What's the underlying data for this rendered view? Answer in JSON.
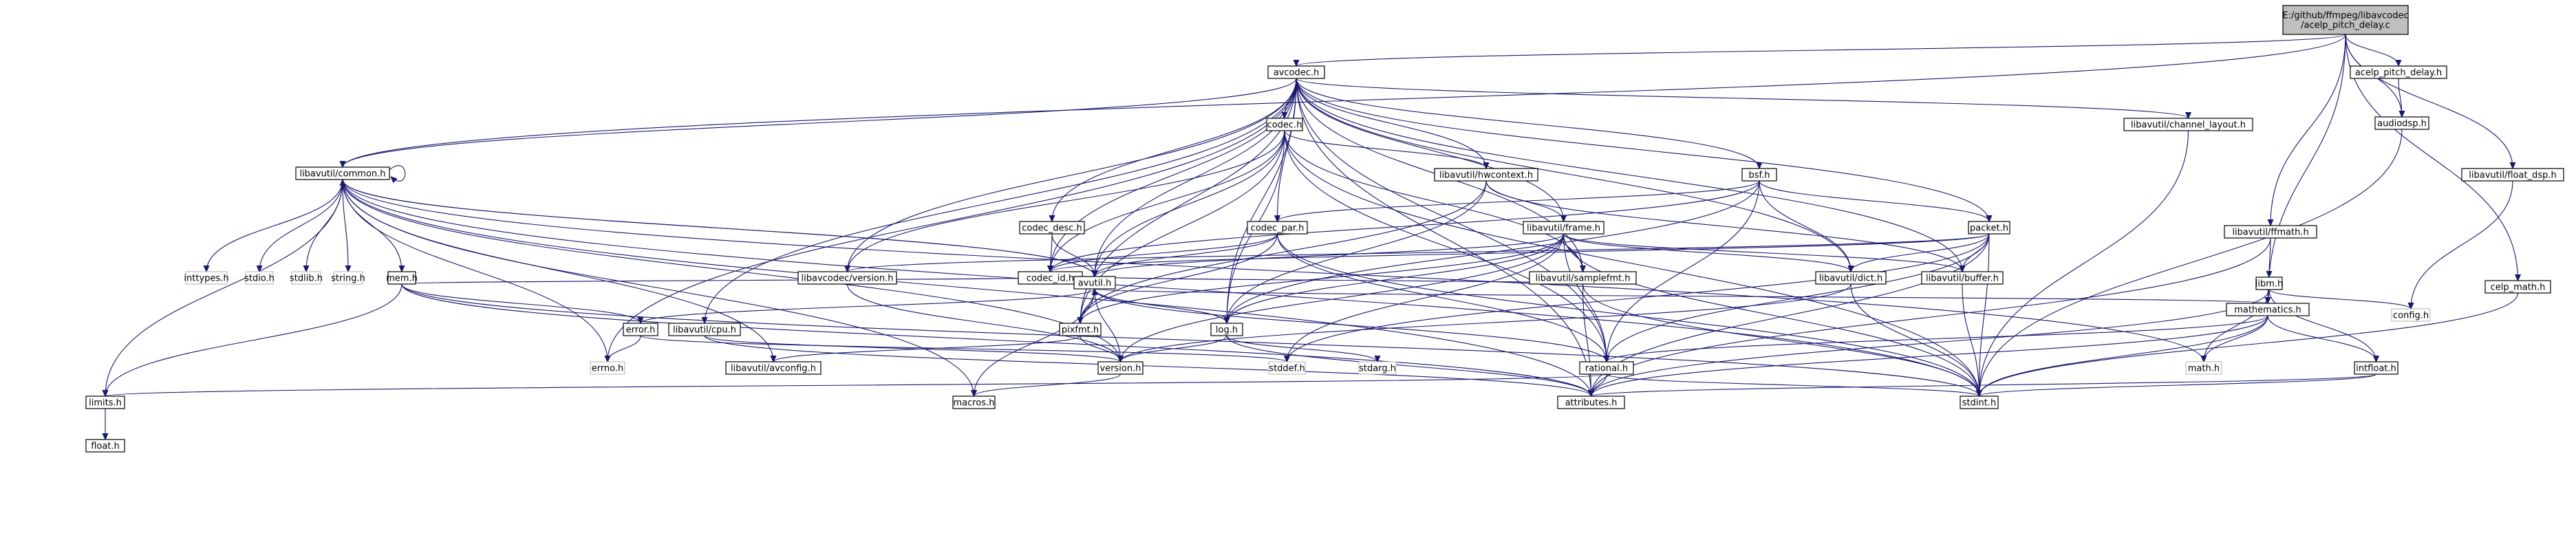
{
  "diagram": {
    "title_lines": [
      "E:/github/ffmpeg/libavcodec",
      "/acelp_pitch_delay.c"
    ],
    "colors": {
      "edge": "#191970",
      "root_fill": "#bfbfbf",
      "plain_border": "#bfbfbf",
      "node_border": "#000000"
    },
    "nodes": [
      {
        "id": "root",
        "label": "E:/github/ffmpeg/libavcodec\n/acelp_pitch_delay.c",
        "kind": "root"
      },
      {
        "id": "avcodec",
        "label": "avcodec.h",
        "kind": "file"
      },
      {
        "id": "acelp_pitch_delay",
        "label": "acelp_pitch_delay.h",
        "kind": "file"
      },
      {
        "id": "audiodsp",
        "label": "audiodsp.h",
        "kind": "file"
      },
      {
        "id": "float_dsp",
        "label": "libavutil/float_dsp.h",
        "kind": "file"
      },
      {
        "id": "ffmath",
        "label": "libavutil/ffmath.h",
        "kind": "file"
      },
      {
        "id": "celp_math",
        "label": "celp_math.h",
        "kind": "file"
      },
      {
        "id": "codec",
        "label": "codec.h",
        "kind": "file"
      },
      {
        "id": "channel_layout",
        "label": "libavutil/channel_layout.h",
        "kind": "file"
      },
      {
        "id": "common",
        "label": "libavutil/common.h",
        "kind": "file"
      },
      {
        "id": "hwcontext",
        "label": "libavutil/hwcontext.h",
        "kind": "file"
      },
      {
        "id": "bsf",
        "label": "bsf.h",
        "kind": "file"
      },
      {
        "id": "codec_desc",
        "label": "codec_desc.h",
        "kind": "file"
      },
      {
        "id": "codec_par",
        "label": "codec_par.h",
        "kind": "file"
      },
      {
        "id": "frame",
        "label": "libavutil/frame.h",
        "kind": "file"
      },
      {
        "id": "packet",
        "label": "packet.h",
        "kind": "file"
      },
      {
        "id": "version_lc",
        "label": "libavcodec/version.h",
        "kind": "file"
      },
      {
        "id": "codec_id",
        "label": "codec_id.h",
        "kind": "file"
      },
      {
        "id": "samplefmt",
        "label": "libavutil/samplefmt.h",
        "kind": "file"
      },
      {
        "id": "dict",
        "label": "libavutil/dict.h",
        "kind": "file"
      },
      {
        "id": "buffer",
        "label": "libavutil/buffer.h",
        "kind": "file"
      },
      {
        "id": "libm",
        "label": "libm.h",
        "kind": "file"
      },
      {
        "id": "mathematics",
        "label": "mathematics.h",
        "kind": "file"
      },
      {
        "id": "config",
        "label": "config.h",
        "kind": "plain"
      },
      {
        "id": "inttypes",
        "label": "inttypes.h",
        "kind": "plain"
      },
      {
        "id": "stdio",
        "label": "stdio.h",
        "kind": "plain"
      },
      {
        "id": "stdlib",
        "label": "stdlib.h",
        "kind": "plain"
      },
      {
        "id": "string",
        "label": "string.h",
        "kind": "plain"
      },
      {
        "id": "mem",
        "label": "mem.h",
        "kind": "file"
      },
      {
        "id": "avutil",
        "label": "avutil.h",
        "kind": "file"
      },
      {
        "id": "error",
        "label": "error.h",
        "kind": "file"
      },
      {
        "id": "cpu",
        "label": "libavutil/cpu.h",
        "kind": "file"
      },
      {
        "id": "pixfmt",
        "label": "pixfmt.h",
        "kind": "file"
      },
      {
        "id": "log",
        "label": "log.h",
        "kind": "file"
      },
      {
        "id": "errno",
        "label": "errno.h",
        "kind": "plain"
      },
      {
        "id": "avconfig",
        "label": "libavutil/avconfig.h",
        "kind": "file"
      },
      {
        "id": "version",
        "label": "version.h",
        "kind": "file"
      },
      {
        "id": "stddef",
        "label": "stddef.h",
        "kind": "plain"
      },
      {
        "id": "stdarg",
        "label": "stdarg.h",
        "kind": "plain"
      },
      {
        "id": "math",
        "label": "math.h",
        "kind": "plain"
      },
      {
        "id": "rational",
        "label": "rational.h",
        "kind": "file"
      },
      {
        "id": "intfloat",
        "label": "intfloat.h",
        "kind": "file"
      },
      {
        "id": "limits",
        "label": "limits.h",
        "kind": "file"
      },
      {
        "id": "macros",
        "label": "macros.h",
        "kind": "file"
      },
      {
        "id": "attributes",
        "label": "attributes.h",
        "kind": "file"
      },
      {
        "id": "stdint",
        "label": "stdint.h",
        "kind": "file"
      },
      {
        "id": "float",
        "label": "float.h",
        "kind": "file"
      }
    ],
    "edges": [
      [
        "root",
        "avcodec"
      ],
      [
        "root",
        "acelp_pitch_delay"
      ],
      [
        "root",
        "audiodsp"
      ],
      [
        "root",
        "float_dsp"
      ],
      [
        "root",
        "ffmath"
      ],
      [
        "root",
        "mathematics"
      ],
      [
        "root",
        "celp_math"
      ],
      [
        "root",
        "common"
      ],
      [
        "acelp_pitch_delay",
        "audiodsp"
      ],
      [
        "audiodsp",
        "stdint"
      ],
      [
        "float_dsp",
        "config"
      ],
      [
        "celp_math",
        "stdint"
      ],
      [
        "ffmath",
        "libm"
      ],
      [
        "ffmath",
        "attributes"
      ],
      [
        "libm",
        "config"
      ],
      [
        "libm",
        "math"
      ],
      [
        "libm",
        "mathematics"
      ],
      [
        "libm",
        "attributes"
      ],
      [
        "libm",
        "intfloat"
      ],
      [
        "avcodec",
        "codec"
      ],
      [
        "avcodec",
        "channel_layout"
      ],
      [
        "avcodec",
        "common"
      ],
      [
        "avcodec",
        "hwcontext"
      ],
      [
        "avcodec",
        "bsf"
      ],
      [
        "avcodec",
        "codec_desc"
      ],
      [
        "avcodec",
        "codec_par"
      ],
      [
        "avcodec",
        "frame"
      ],
      [
        "avcodec",
        "packet"
      ],
      [
        "avcodec",
        "version_lc"
      ],
      [
        "avcodec",
        "codec_id"
      ],
      [
        "avcodec",
        "samplefmt"
      ],
      [
        "avcodec",
        "dict"
      ],
      [
        "avcodec",
        "buffer"
      ],
      [
        "avcodec",
        "rational"
      ],
      [
        "avcodec",
        "log"
      ],
      [
        "avcodec",
        "pixfmt"
      ],
      [
        "avcodec",
        "avutil"
      ],
      [
        "avcodec",
        "errno"
      ],
      [
        "avcodec",
        "attributes"
      ],
      [
        "avcodec",
        "cpu"
      ],
      [
        "channel_layout",
        "stdint"
      ],
      [
        "codec",
        "hwcontext"
      ],
      [
        "codec",
        "codec_id"
      ],
      [
        "codec",
        "version_lc"
      ],
      [
        "codec",
        "avutil"
      ],
      [
        "codec",
        "log"
      ],
      [
        "codec",
        "pixfmt"
      ],
      [
        "codec",
        "rational"
      ],
      [
        "codec",
        "samplefmt"
      ],
      [
        "codec",
        "stdint"
      ],
      [
        "hwcontext",
        "frame"
      ],
      [
        "hwcontext",
        "pixfmt"
      ],
      [
        "hwcontext",
        "buffer"
      ],
      [
        "hwcontext",
        "log"
      ],
      [
        "bsf",
        "codec_id"
      ],
      [
        "bsf",
        "codec_par"
      ],
      [
        "bsf",
        "packet"
      ],
      [
        "bsf",
        "dict"
      ],
      [
        "bsf",
        "log"
      ],
      [
        "bsf",
        "rational"
      ],
      [
        "codec_desc",
        "codec_id"
      ],
      [
        "codec_desc",
        "avutil"
      ],
      [
        "codec_par",
        "codec_id"
      ],
      [
        "codec_par",
        "avutil"
      ],
      [
        "codec_par",
        "pixfmt"
      ],
      [
        "codec_par",
        "rational"
      ],
      [
        "codec_par",
        "stdint"
      ],
      [
        "frame",
        "avutil"
      ],
      [
        "frame",
        "buffer"
      ],
      [
        "frame",
        "dict"
      ],
      [
        "frame",
        "rational"
      ],
      [
        "frame",
        "samplefmt"
      ],
      [
        "frame",
        "pixfmt"
      ],
      [
        "frame",
        "version"
      ],
      [
        "frame",
        "stddef"
      ],
      [
        "frame",
        "stdint"
      ],
      [
        "frame",
        "log"
      ],
      [
        "packet",
        "codec_id"
      ],
      [
        "packet",
        "version_lc"
      ],
      [
        "packet",
        "buffer"
      ],
      [
        "packet",
        "dict"
      ],
      [
        "packet",
        "rational"
      ],
      [
        "packet",
        "attributes"
      ],
      [
        "packet",
        "stddef"
      ],
      [
        "packet",
        "stdint"
      ],
      [
        "version_lc",
        "version"
      ],
      [
        "codec_id",
        "avutil"
      ],
      [
        "samplefmt",
        "avutil"
      ],
      [
        "samplefmt",
        "attributes"
      ],
      [
        "samplefmt",
        "stdint"
      ],
      [
        "dict",
        "stdint"
      ],
      [
        "dict",
        "version"
      ],
      [
        "buffer",
        "stdint"
      ],
      [
        "mathematics",
        "math"
      ],
      [
        "mathematics",
        "attributes"
      ],
      [
        "mathematics",
        "intfloat"
      ],
      [
        "mathematics",
        "rational"
      ],
      [
        "mathematics",
        "stdint"
      ],
      [
        "intfloat",
        "attributes"
      ],
      [
        "intfloat",
        "stdint"
      ],
      [
        "common",
        "inttypes"
      ],
      [
        "common",
        "stdio"
      ],
      [
        "common",
        "stdlib"
      ],
      [
        "common",
        "string"
      ],
      [
        "common",
        "mem"
      ],
      [
        "common",
        "avutil"
      ],
      [
        "common",
        "errno"
      ],
      [
        "common",
        "limits"
      ],
      [
        "common",
        "macros"
      ],
      [
        "common",
        "attributes"
      ],
      [
        "common",
        "stdint"
      ],
      [
        "common",
        "math"
      ],
      [
        "common",
        "avconfig"
      ],
      [
        "common",
        "version"
      ],
      [
        "common",
        "common"
      ],
      [
        "mem",
        "avutil"
      ],
      [
        "mem",
        "error"
      ],
      [
        "mem",
        "limits"
      ],
      [
        "mem",
        "stdint"
      ],
      [
        "mem",
        "attributes"
      ],
      [
        "avutil",
        "error"
      ],
      [
        "avutil",
        "pixfmt"
      ],
      [
        "avutil",
        "log"
      ],
      [
        "avutil",
        "version"
      ],
      [
        "avutil",
        "common"
      ],
      [
        "avutil",
        "mathematics"
      ],
      [
        "avutil",
        "rational"
      ],
      [
        "avutil",
        "macros"
      ],
      [
        "error",
        "errno"
      ],
      [
        "error",
        "stddef"
      ],
      [
        "cpu",
        "version"
      ],
      [
        "cpu",
        "attributes"
      ],
      [
        "pixfmt",
        "avconfig"
      ],
      [
        "pixfmt",
        "version"
      ],
      [
        "log",
        "stdarg"
      ],
      [
        "log",
        "avutil"
      ],
      [
        "log",
        "version"
      ],
      [
        "log",
        "attributes"
      ],
      [
        "version",
        "macros"
      ],
      [
        "rational",
        "stdint"
      ],
      [
        "rational",
        "limits"
      ],
      [
        "rational",
        "attributes"
      ],
      [
        "limits",
        "float"
      ]
    ]
  }
}
